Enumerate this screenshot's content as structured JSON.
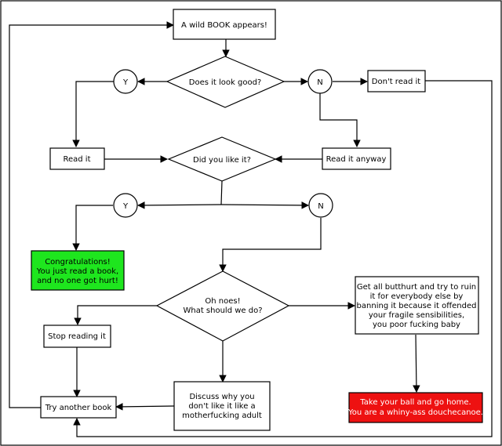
{
  "nodes": {
    "start": "A wild BOOK appears!",
    "q_look_good": "Does it look good?",
    "y1": "Y",
    "n1": "N",
    "dont_read": "Don't read it",
    "read_it": "Read it",
    "read_anyway": "Read it anyway",
    "q_like_it": "Did you like it?",
    "y2": "Y",
    "n2": "N",
    "congrats": [
      "Congratulations!",
      "You just read a book,",
      "and no one got hurt!"
    ],
    "q_oh_noes": [
      "Oh noes!",
      "What should we do?"
    ],
    "stop_reading": "Stop reading it",
    "butthurt": [
      "Get all butthurt and try to ruin",
      "it for everybody else by",
      "banning it because it offended",
      "your fragile sensibilities,",
      "you poor fucking baby"
    ],
    "discuss": [
      "Discuss why you",
      "don't like it like a",
      "motherfucking adult"
    ],
    "try_another": "Try another book",
    "go_home": [
      "Take your ball and go home.",
      "You are a whiny-ass douchecanoe."
    ]
  },
  "colors": {
    "congrats_fill": "#1ee61e",
    "go_home_fill": "#ee1111",
    "go_home_text": "#ffffff",
    "line": "#000000"
  }
}
